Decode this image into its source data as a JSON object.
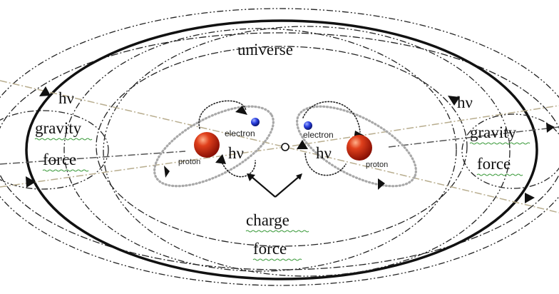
{
  "labels": {
    "universe": "universe",
    "hv": "hν",
    "gravity": "gravity",
    "force": "force",
    "charge": "charge",
    "electron": "electron",
    "proton": "proton"
  },
  "colors": {
    "proton": "#c0200c",
    "electron": "#1a2fd0",
    "outline": "#111111",
    "photon_ray": "#b8ad8e",
    "atom_orbit": "#a8a8a8"
  }
}
